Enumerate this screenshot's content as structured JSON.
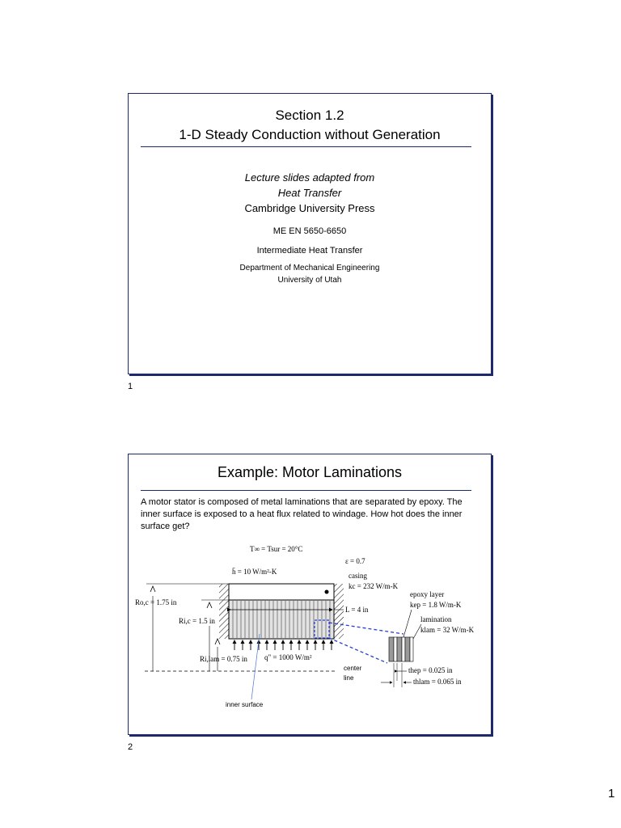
{
  "slide1": {
    "title_line1": "Section 1.2",
    "title_line2": "1-D Steady Conduction without Generation",
    "adapted_line1": "Lecture slides adapted from",
    "adapted_line2": "Heat Transfer",
    "publisher": "Cambridge University Press",
    "course_code": "ME EN 5650-6650",
    "course_name": "Intermediate Heat Transfer",
    "department": "Department of Mechanical Engineering",
    "university": "University of Utah",
    "number": "1"
  },
  "slide2": {
    "title": "Example: Motor Laminations",
    "paragraph": "A motor stator is composed of metal laminations that are separated by epoxy.  The inner surface is exposed to a heat flux related to windage. How hot does the inner surface get?",
    "number": "2",
    "diagram": {
      "t_inf": "T∞ = Tsur = 20°C",
      "h_bar": "h̄ = 10 W/m²-K",
      "emissivity": "ε = 0.7",
      "casing": "casing",
      "k_c": "kc = 232 W/m-K",
      "epoxy_layer": "epoxy layer",
      "k_ep": "kep = 1.8 W/m-K",
      "lamination": "lamination",
      "k_lam": "klam = 32 W/m-K",
      "r_oc": "Ro,c = 1.75 in",
      "r_ic": "Ri,c = 1.5 in",
      "length": "L = 4 in",
      "r_ilam": "Ri,lam = 0.75 in",
      "q_flux": "q\" = 1000 W/m²",
      "center_line": "center line",
      "th_ep": "thep = 0.025 in",
      "th_lam": "thlam = 0.065 in",
      "inner_surface": "inner surface"
    }
  },
  "page_number": "1"
}
